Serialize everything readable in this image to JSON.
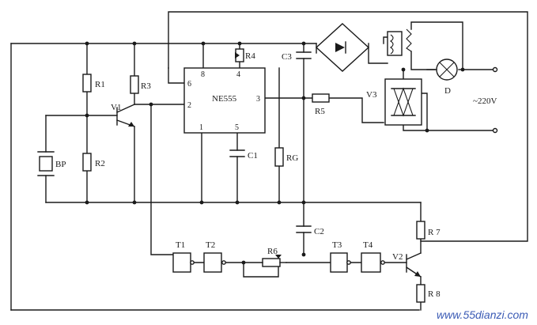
{
  "labels": {
    "r1": "R1",
    "r2": "R2",
    "r3": "R3",
    "r4": "R4",
    "r5": "R5",
    "r6": "R6",
    "r7": "R 7",
    "r8": "R 8",
    "rg": "RG",
    "c1": "C1",
    "c2": "C2",
    "c3": "C3",
    "v1": "V1",
    "v2": "V2",
    "v3": "V3",
    "bp": "BP",
    "lamp": "D",
    "ic": "NE555",
    "t1": "T1",
    "t2": "T2",
    "t3": "T3",
    "t4": "T4",
    "mains": "~220V"
  },
  "pins": {
    "p8": "8",
    "p4": "4",
    "p6": "6",
    "p2": "2",
    "p3": "3",
    "p1": "1",
    "p5": "5"
  },
  "watermark": "www.55dianzi.com"
}
